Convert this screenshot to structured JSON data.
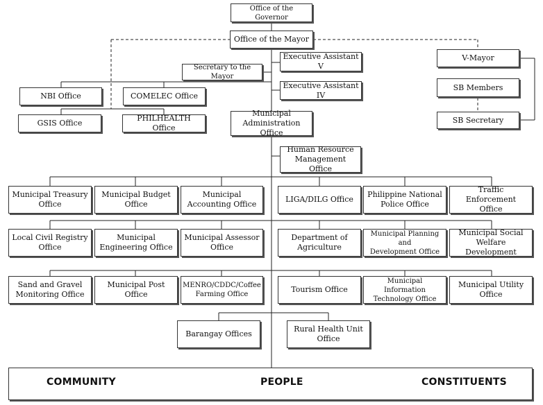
{
  "top": {
    "governor": "Office of the Governor",
    "mayor": "Office of the Mayor"
  },
  "staff": {
    "exec_asst_v": "Executive Assistant V",
    "secretary": "Secretary to the Mayor",
    "exec_asst_iv": "Executive Assistant IV"
  },
  "agencies": {
    "nbi": "NBI Office",
    "comelec": "COMELEC Office",
    "gsis": "GSIS Office",
    "philhealth": "PHILHEALTH Office"
  },
  "legislative": {
    "vice_mayor": "V-Mayor",
    "sb_members": "SB Members",
    "sb_secretary": "SB Secretary"
  },
  "admin": {
    "line1": "Municipal",
    "line2": "Administration Office"
  },
  "hr": {
    "line1": "Human Resource",
    "line2": "Management Office"
  },
  "offices": {
    "treasury": [
      "Municipal Treasury",
      "Office"
    ],
    "budget": [
      "Municipal Budget",
      "Office"
    ],
    "accounting": [
      "Municipal",
      "Accounting Office"
    ],
    "liga": [
      "LIGA/DILG Office"
    ],
    "pnp": [
      "Philippine National",
      "Police Office"
    ],
    "traffic": [
      "Traffic Enforcement",
      "Office"
    ],
    "civil_registry": [
      "Local Civil Registry",
      "Office"
    ],
    "engineering": [
      "Municipal",
      "Engineering Office"
    ],
    "assessor": [
      "Municipal Assessor",
      "Office"
    ],
    "agriculture": [
      "Department of",
      "Agriculture"
    ],
    "planning": [
      "Municipal Planning and",
      "Development Office"
    ],
    "social_welfare": [
      "Municipal Social",
      "Welfare Development"
    ],
    "sand_gravel": [
      "Sand and Gravel",
      "Monitoring Office"
    ],
    "post": [
      "Municipal Post Office"
    ],
    "menro": [
      "MENRO/CDDC/Coffee",
      "Farming Office"
    ],
    "tourism": [
      "Tourism Office"
    ],
    "it": [
      "Municipal Information",
      "Technology Office"
    ],
    "utility": [
      "Municipal Utility",
      "Office"
    ],
    "barangay": [
      "Barangay Offices"
    ],
    "rhu": [
      "Rural Health Unit",
      "Office"
    ]
  },
  "footer": {
    "community": "COMMUNITY",
    "people": "PEOPLE",
    "constituents": "CONSTITUENTS"
  }
}
